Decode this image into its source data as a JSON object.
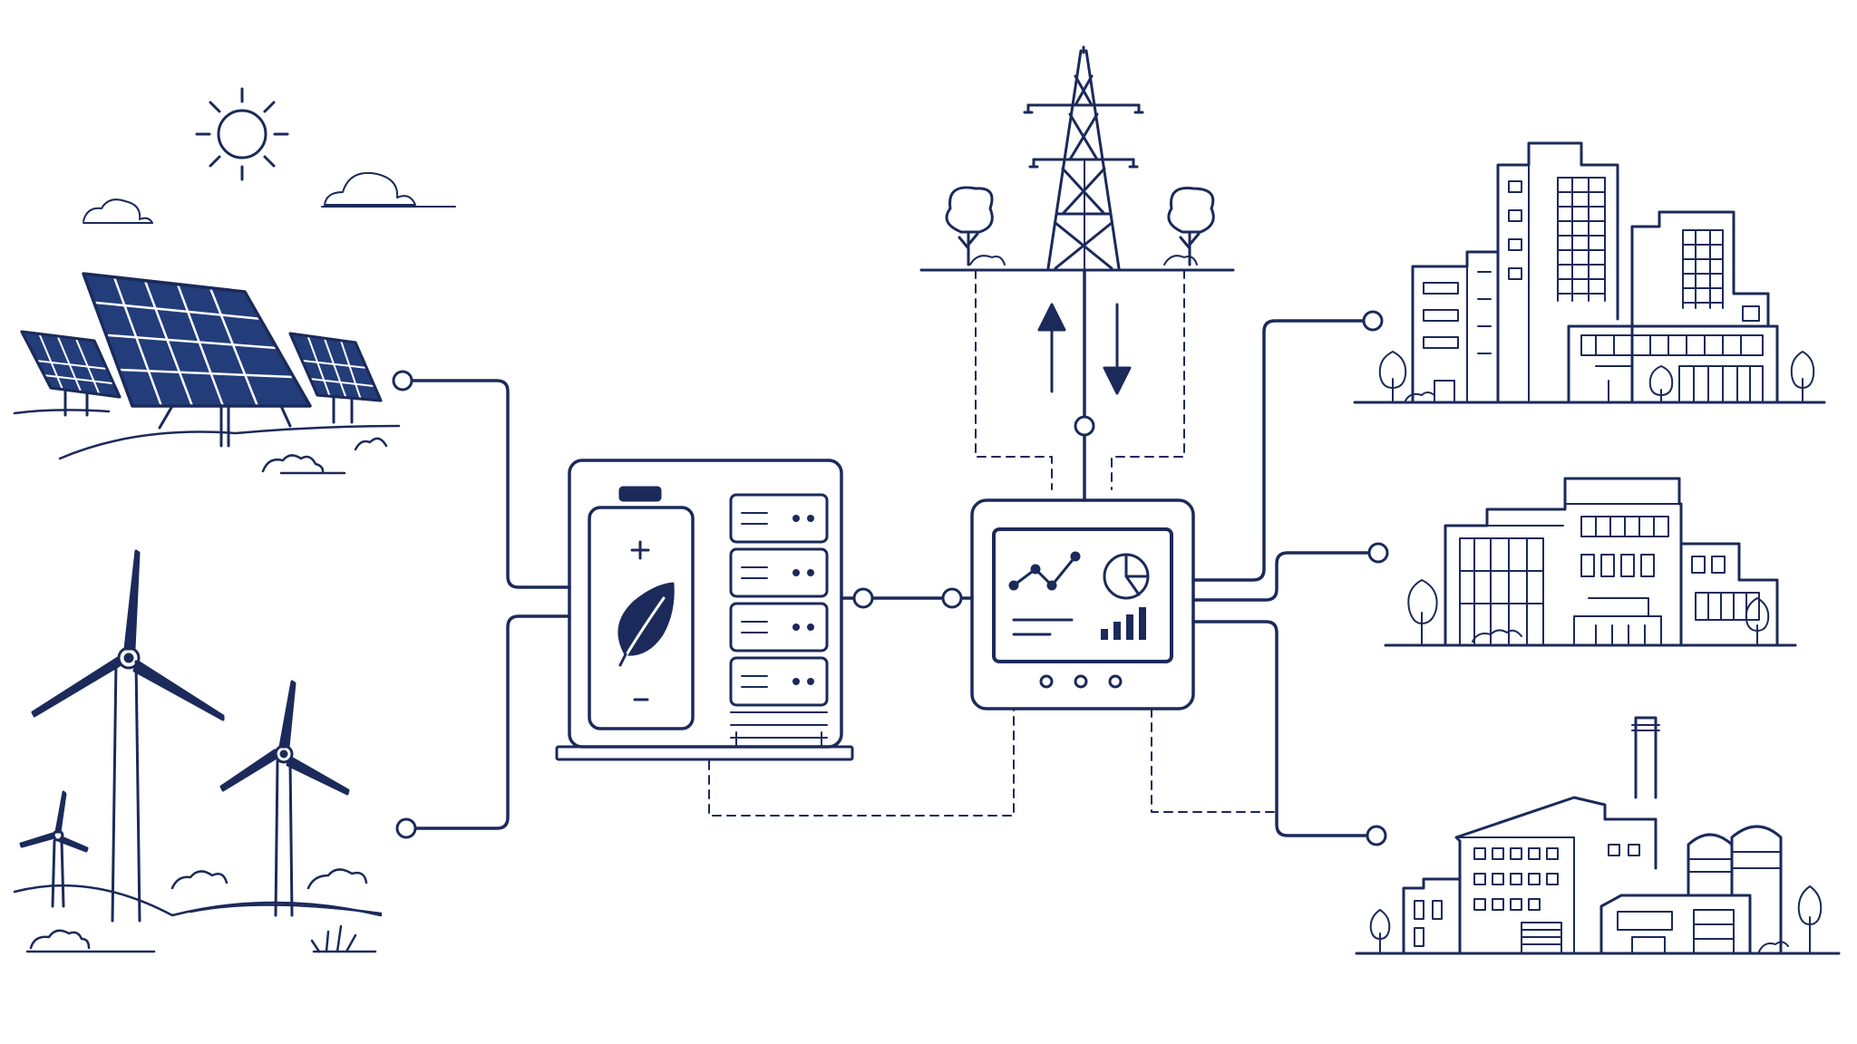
{
  "diagram": {
    "stroke_color": "#1b2a5a",
    "panel_fill": "#233d7a",
    "background": "#ffffff",
    "nodes": [
      {
        "id": "solar-farm",
        "icon": "solar-panel-icon"
      },
      {
        "id": "wind-farm",
        "icon": "wind-turbine-icon"
      },
      {
        "id": "battery-storage",
        "icon": "battery-leaf-icon"
      },
      {
        "id": "grid-tower",
        "icon": "transmission-tower-icon"
      },
      {
        "id": "energy-controller",
        "icon": "monitor-dashboard-icon"
      },
      {
        "id": "office-towers",
        "icon": "office-building-icon"
      },
      {
        "id": "commercial-building",
        "icon": "commercial-building-icon"
      },
      {
        "id": "factory",
        "icon": "factory-icon"
      }
    ],
    "edges": [
      {
        "from": "solar-farm",
        "to": "battery-storage",
        "style": "solid"
      },
      {
        "from": "wind-farm",
        "to": "battery-storage",
        "style": "solid"
      },
      {
        "from": "battery-storage",
        "to": "energy-controller",
        "style": "solid"
      },
      {
        "from": "energy-controller",
        "to": "grid-tower",
        "style": "solid",
        "direction": "bidirectional"
      },
      {
        "from": "energy-controller",
        "to": "office-towers",
        "style": "solid"
      },
      {
        "from": "energy-controller",
        "to": "commercial-building",
        "style": "solid"
      },
      {
        "from": "energy-controller",
        "to": "factory",
        "style": "solid"
      },
      {
        "from": "battery-storage",
        "to": "energy-controller",
        "style": "dashed"
      },
      {
        "from": "grid-tower",
        "to": "energy-controller",
        "style": "dashed"
      }
    ]
  }
}
